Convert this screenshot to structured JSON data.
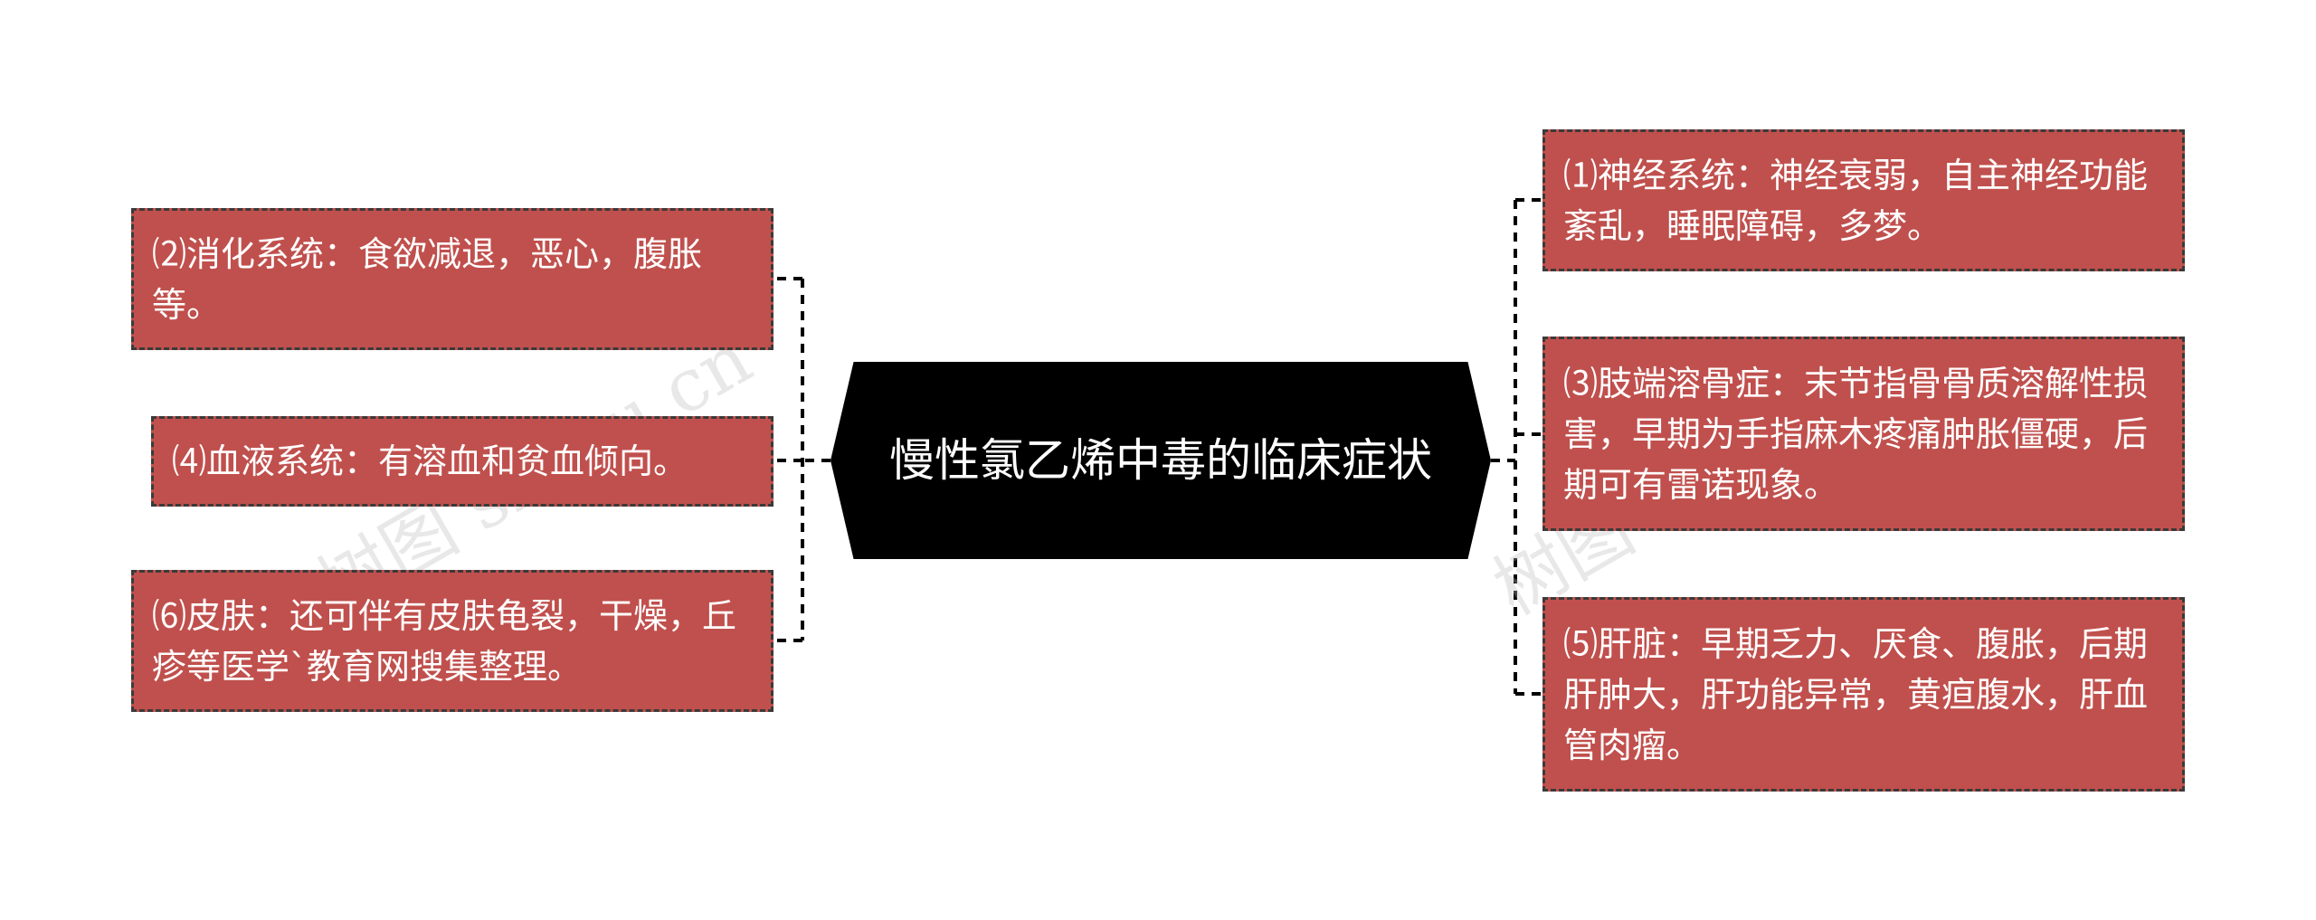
{
  "center": {
    "title": "慢性氯乙烯中毒的临床症状"
  },
  "left_nodes": [
    {
      "text": "⑵消化系统：食欲减退，恶心，腹胀等。"
    },
    {
      "text": "⑷血液系统：有溶血和贫血倾向。"
    },
    {
      "text": "⑹皮肤：还可伴有皮肤龟裂，干燥，丘疹等医学`教育网搜集整理。"
    }
  ],
  "right_nodes": [
    {
      "text": "⑴神经系统：神经衰弱，自主神经功能紊乱，睡眠障碍，多梦。"
    },
    {
      "text": "⑶肢端溶骨症：末节指骨骨质溶解性损害，早期为手指麻木疼痛肿胀僵硬，后期可有雷诺现象。"
    },
    {
      "text": "⑸肝脏：早期乏力、厌食、腹胀，后期肝肿大，肝功能异常，黄疸腹水，肝血管肉瘤。"
    }
  ],
  "watermarks": [
    "树图 shutu.cn",
    "树图 shutu.cn"
  ],
  "colors": {
    "leaf_fill": "#c0504d",
    "center_fill": "#000000",
    "connector": "#000000"
  }
}
